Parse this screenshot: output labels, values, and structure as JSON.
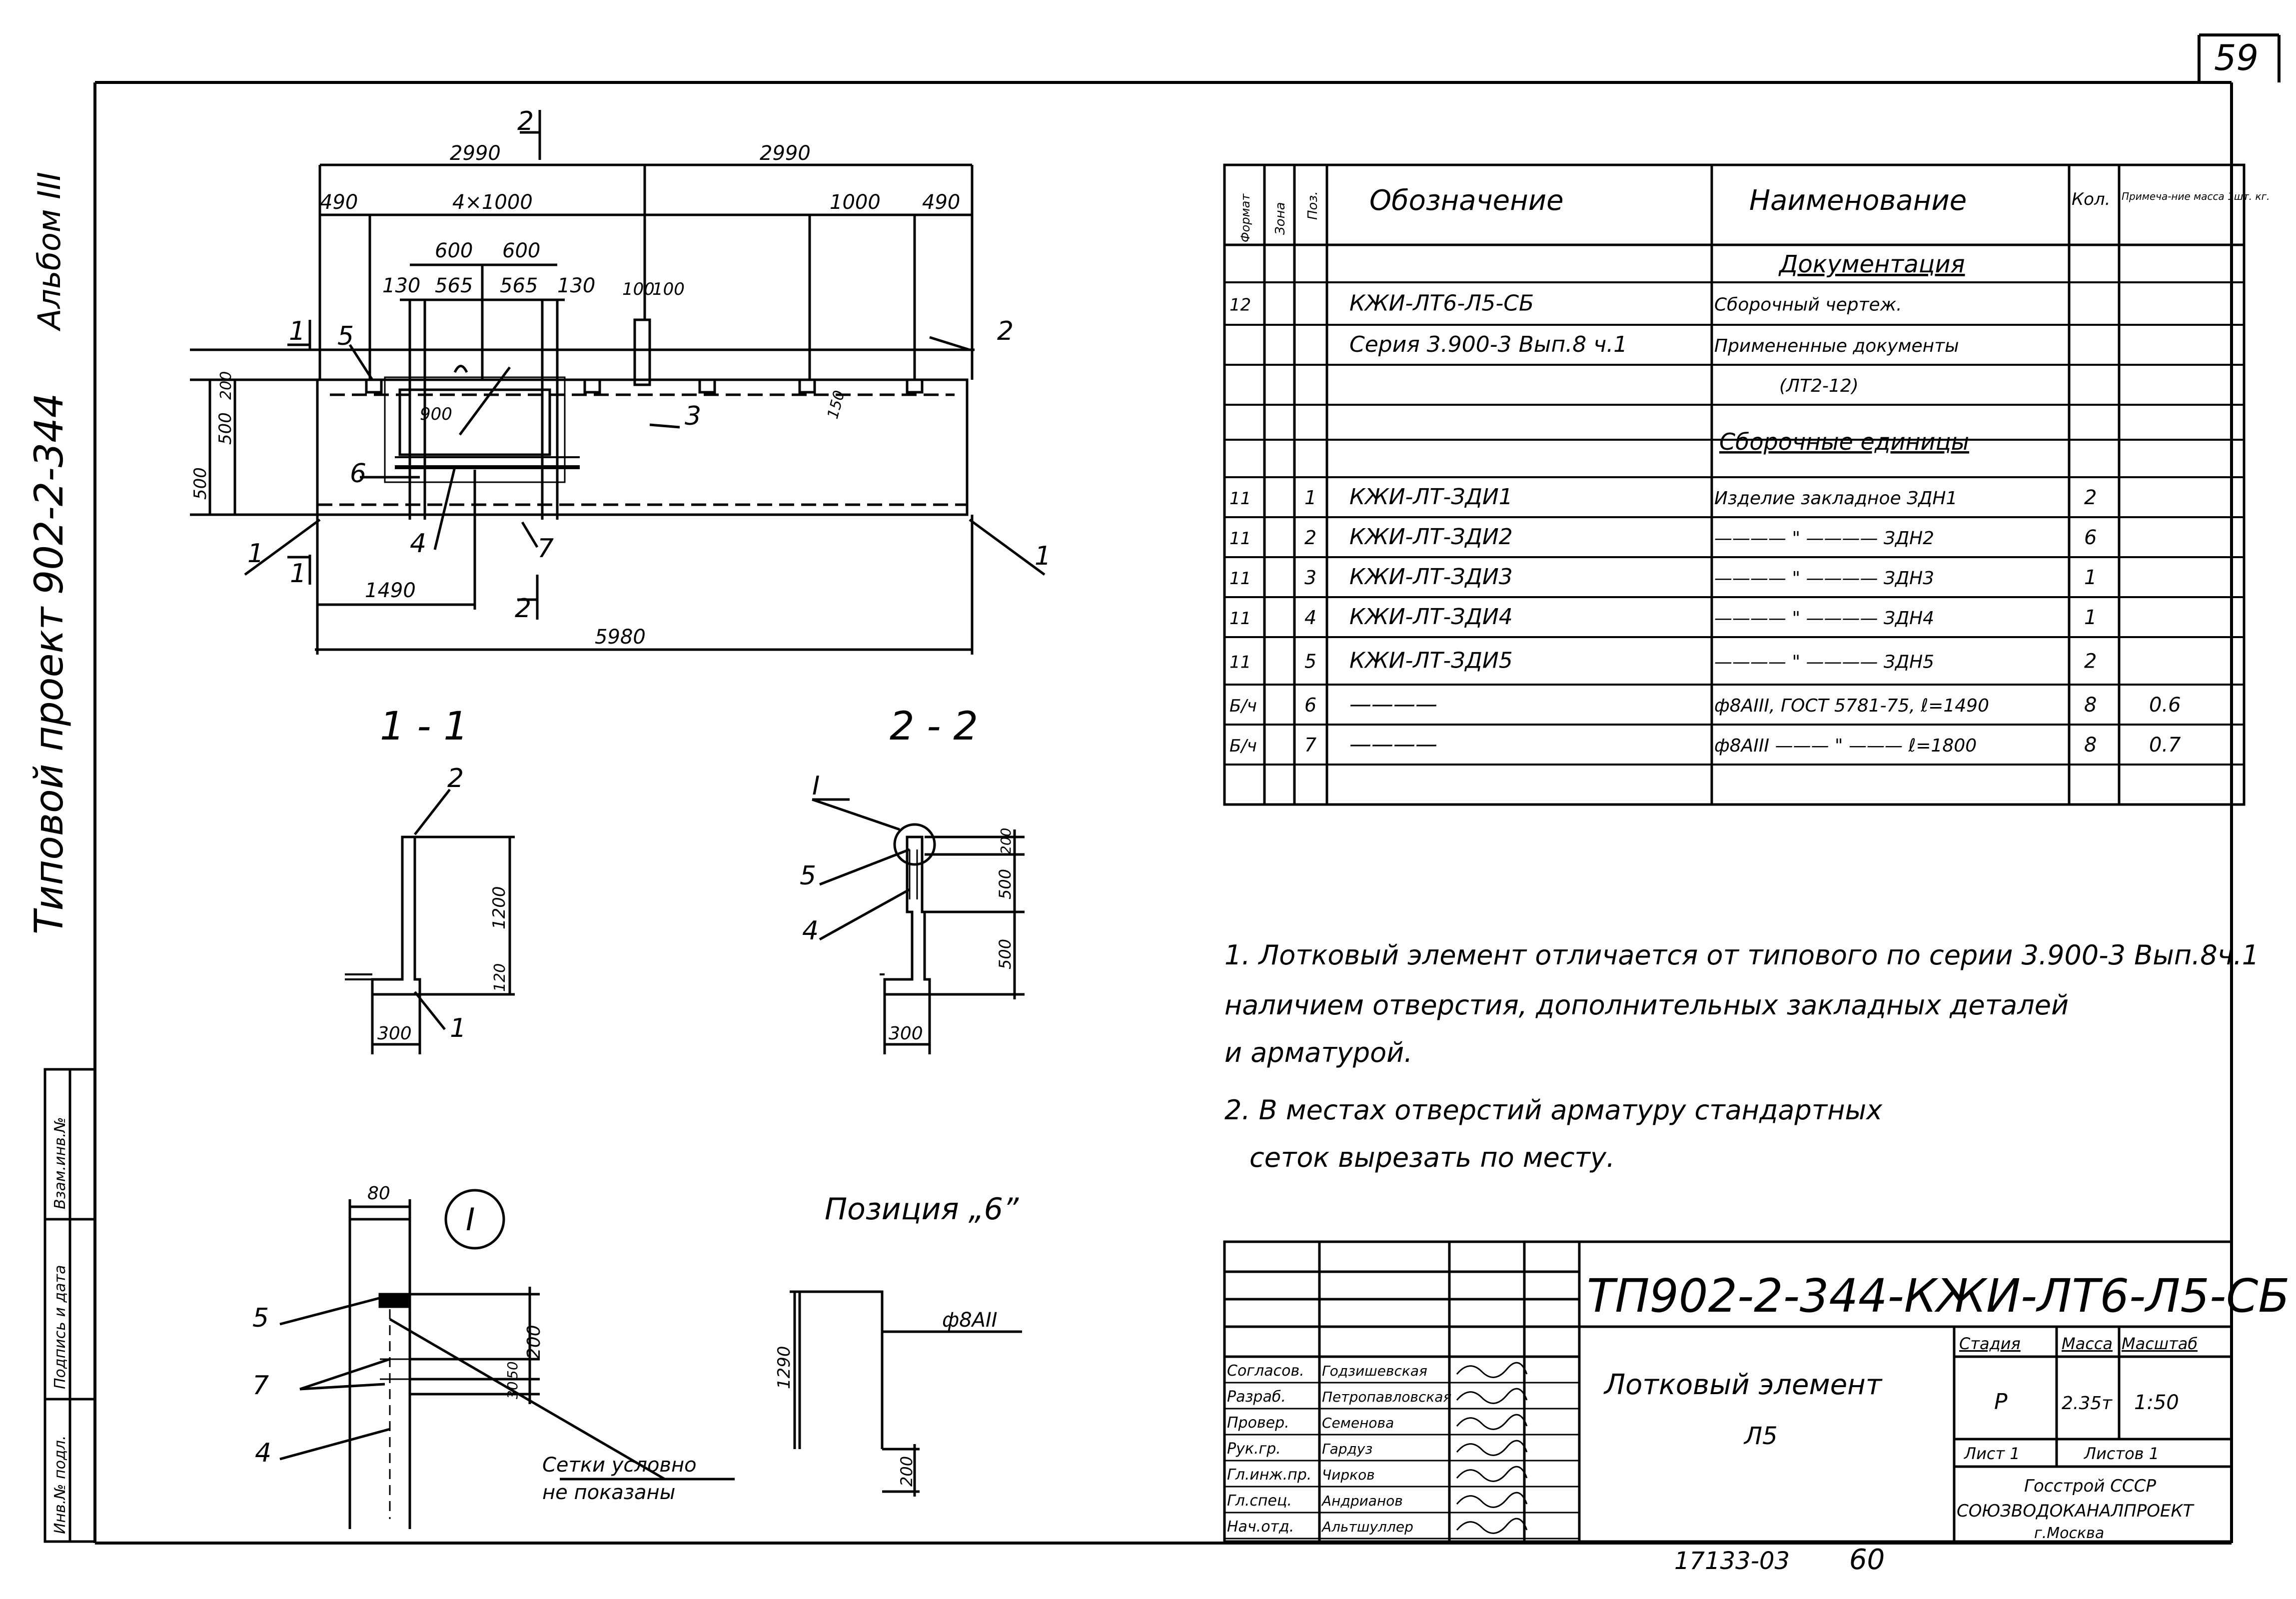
{
  "sheet": {
    "page_number": "59",
    "album": "Альбом III",
    "project_side": "Типовой проект 902-2-344",
    "bottom_code": "17133-03",
    "bottom_num": "60"
  },
  "side_stamp": {
    "col1": "Инв.№ подл.",
    "col2": "Подпись и дата",
    "col3": "Взам.инв.№"
  },
  "plan": {
    "dims": {
      "d2990a": "2990",
      "d2990b": "2990",
      "d490a": "490",
      "d4x1000": "4×1000",
      "d1000": "1000",
      "d490b": "490",
      "d600a": "600",
      "d600b": "600",
      "d130a": "130",
      "d565a": "565",
      "d565b": "565",
      "d130b": "130",
      "d100a": "100",
      "d100b": "100",
      "d900": "900",
      "d150": "150",
      "d500a": "500",
      "d500b": "500",
      "d200": "200",
      "d1490": "1490",
      "d5980": "5980"
    },
    "labels": {
      "sec1a": "1",
      "sec1b": "1",
      "sec2a": "2",
      "sec2b": "2",
      "p5": "5",
      "p2": "2",
      "p3": "3",
      "p6": "6",
      "p4": "4",
      "p7": "7",
      "p1a": "1",
      "p1b": "1"
    }
  },
  "section11": {
    "title": "1 - 1",
    "d1200": "1200",
    "d120": "120",
    "d300": "300",
    "p2": "2",
    "p1": "1"
  },
  "section22": {
    "title": "2 - 2",
    "node": "I",
    "p5": "5",
    "p4": "4",
    "d200": "200",
    "d500a": "500",
    "d500b": "500",
    "d300": "300"
  },
  "nodeI": {
    "title": "I",
    "d80": "80",
    "d200": "200",
    "d50": "50",
    "d30": "30",
    "p5": "5",
    "p7": "7",
    "p4": "4",
    "note": "Сетки условно",
    "note2": "не показаны"
  },
  "position6": {
    "title": "Позиция „6”",
    "d1290": "1290",
    "d200": "200",
    "bar": "ф8АII"
  },
  "spec": {
    "headers": [
      "Формат",
      "Зона",
      "Поз.",
      "Обозначение",
      "Наименование",
      "Кол.",
      "Примеча-ние масса 1шт. кг."
    ],
    "section_doc": "Документация",
    "section_units": "Сборочные единицы",
    "rows": [
      {
        "fmt": "12",
        "zone": "",
        "pos": "",
        "des": "КЖИ-ЛТ6-Л5-СБ",
        "name": "Сборочный чертеж.",
        "qty": "",
        "note": ""
      },
      {
        "fmt": "",
        "zone": "",
        "pos": "",
        "des": "Серия 3.900-3 Вып.8 ч.1",
        "name": "Примененные документы",
        "qty": "",
        "note": ""
      },
      {
        "fmt": "",
        "zone": "",
        "pos": "",
        "des": "",
        "name": "(ЛТ2-12)",
        "qty": "",
        "note": ""
      },
      {
        "fmt": "11",
        "zone": "",
        "pos": "1",
        "des": "КЖИ-ЛТ-ЗДИ1",
        "name": "Изделие закладное ЗДН1",
        "qty": "2",
        "note": ""
      },
      {
        "fmt": "11",
        "zone": "",
        "pos": "2",
        "des": "КЖИ-ЛТ-ЗДИ2",
        "name": "———— \" ———— ЗДН2",
        "qty": "6",
        "note": ""
      },
      {
        "fmt": "11",
        "zone": "",
        "pos": "3",
        "des": "КЖИ-ЛТ-ЗДИ3",
        "name": "———— \" ———— ЗДН3",
        "qty": "1",
        "note": ""
      },
      {
        "fmt": "11",
        "zone": "",
        "pos": "4",
        "des": "КЖИ-ЛТ-ЗДИ4",
        "name": "———— \" ———— ЗДН4",
        "qty": "1",
        "note": ""
      },
      {
        "fmt": "11",
        "zone": "",
        "pos": "5",
        "des": "КЖИ-ЛТ-ЗДИ5",
        "name": "———— \" ———— ЗДН5",
        "qty": "2",
        "note": ""
      },
      {
        "fmt": "Б/ч",
        "zone": "",
        "pos": "6",
        "des": "————",
        "name": "ф8АIII, ГОСТ 5781-75, ℓ=1490",
        "qty": "8",
        "note": "0.6"
      },
      {
        "fmt": "Б/ч",
        "zone": "",
        "pos": "7",
        "des": "————",
        "name": "ф8АIII ——— \" ——— ℓ=1800",
        "qty": "8",
        "note": "0.7"
      }
    ]
  },
  "notes": [
    "1. Лотковый элемент отличается от типового по серии 3.900-3 Вып.8ч.1",
    "наличием отверстия, дополнительных закладных деталей",
    "и арматурой.",
    "2. В местах отверстий арматуру стандартных",
    "сеток вырезать по месту."
  ],
  "title_block": {
    "code": "ТП902-2-344-КЖИ-ЛТ6-Л5-СБ",
    "name1": "Лотковый элемент",
    "name2": "Л5",
    "stage_h": "Стадия",
    "mass_h": "Масса",
    "scale_h": "Масштаб",
    "stage": "Р",
    "mass": "2.35т",
    "scale": "1:50",
    "sheet": "Лист 1",
    "sheets": "Листов 1",
    "org1": "Госстрой СССР",
    "org2": "СОЮЗВОДОКАНАЛПРОЕКТ",
    "org3": "г.Москва",
    "people": [
      {
        "role": "Согласов.",
        "name": "Годзишевская"
      },
      {
        "role": "Разраб.",
        "name": "Петропавловская"
      },
      {
        "role": "Провер.",
        "name": "Семенова"
      },
      {
        "role": "Рук.гр.",
        "name": "Гардуз"
      },
      {
        "role": "Гл.инж.пр.",
        "name": "Чирков"
      },
      {
        "role": "Гл.спец.",
        "name": "Андрианов"
      },
      {
        "role": "Нач.отд.",
        "name": "Альтшуллер"
      }
    ]
  }
}
